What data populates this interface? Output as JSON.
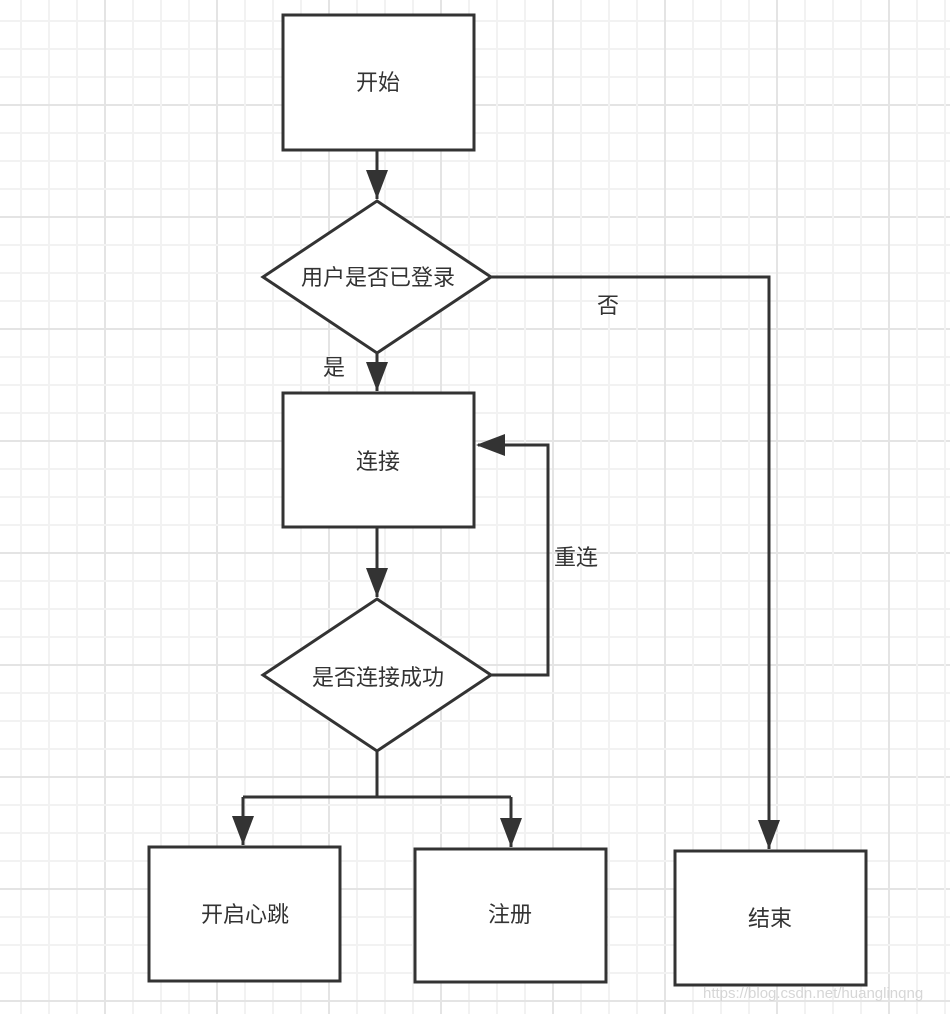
{
  "nodes": {
    "start": "开始",
    "logged_in_check": "用户是否已登录",
    "connect": "连接",
    "connected_check": "是否连接成功",
    "heartbeat": "开启心跳",
    "register": "注册",
    "end": "结束"
  },
  "edges": {
    "yes": "是",
    "no": "否",
    "reconnect": "重连"
  },
  "watermark": "https://blog.csdn.net/huanglinqng",
  "colors": {
    "stroke": "#333333",
    "grid_minor": "#f2f2f2",
    "grid_major": "#e4e4e4"
  }
}
